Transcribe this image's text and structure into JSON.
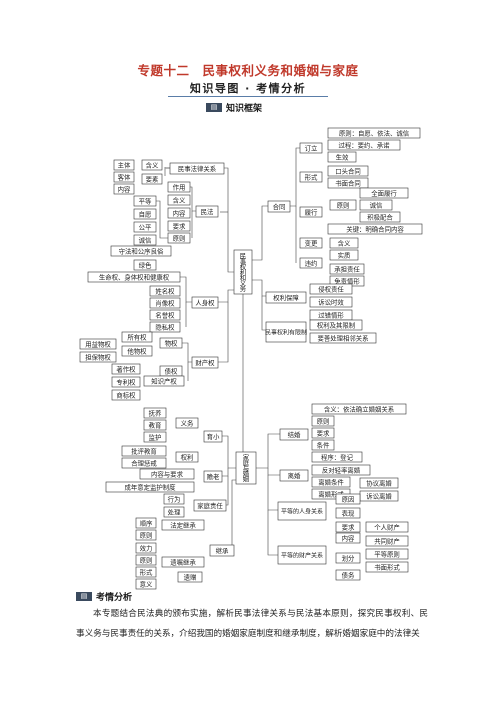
{
  "header": {
    "title": "专题十二　民事权利义务和婚姻与家庭",
    "subtitle": "知识导图 · 考情分析"
  },
  "sections": {
    "framework": "知识框架",
    "analysis": "考情分析"
  },
  "intro": "本专题结合民法典的颁布实施，解析民事法律关系与民法基本原则，探究民事权利、民事义务与民事责任的关系，介绍我国的婚姻家庭制度和继承制度，解析婚姻家庭中的法律关",
  "mindmap": {
    "center": "民事权利和义务",
    "family_center": "家庭与婚姻",
    "civil_relation": {
      "label": "民事法律关系",
      "items": [
        "主体",
        "客体",
        "内容",
        "含义",
        "要素"
      ]
    },
    "civil_law": {
      "label": "民法",
      "items": [
        "作用",
        "含义",
        "内容",
        "要求",
        "原则"
      ],
      "principles": [
        "平等",
        "自愿",
        "公平",
        "诚信",
        "守法和公序良俗",
        "绿色"
      ]
    },
    "personal": {
      "label": "人身权",
      "items": [
        "生命权、身体权和健康权",
        "姓名权",
        "肖像权",
        "名誉权",
        "隐私权"
      ]
    },
    "property": {
      "label": "财产权",
      "items": [
        "物权",
        "债权",
        "知识产权"
      ],
      "real": [
        "所有权",
        "他物权"
      ],
      "usufruct": [
        "用益物权",
        "担保物权"
      ],
      "ip": [
        "著作权",
        "专利权",
        "商标权"
      ]
    },
    "contract": {
      "label": "合同",
      "items": [
        "订立",
        "形式",
        "履行",
        "变更",
        "违约"
      ],
      "conclude": [
        "原则：自愿、依法、诚信",
        "过程：要约、承诺",
        "生效"
      ],
      "form": [
        "口头合同",
        "书面合同"
      ],
      "perform": [
        "原则",
        "全面履行",
        "诚信",
        "积极配合",
        "关键：明确合同内容"
      ],
      "change": [
        "含义",
        "实质"
      ],
      "breach": [
        "承担责任",
        "免责情形"
      ]
    },
    "infringe": {
      "label": "权利保障",
      "items": [
        "侵权责任",
        "诉讼时效",
        "过错情形"
      ]
    },
    "limits": {
      "label": "民事权利有限制",
      "items": [
        "权利及其限制",
        "要善处理相邻关系"
      ]
    },
    "upbringing": {
      "label": "育小",
      "items": [
        "抚养",
        "教育",
        "监护",
        "义务"
      ]
    },
    "support": {
      "label": "赡老",
      "items": [
        "批评教育",
        "合理惩戒",
        "权利",
        "内容与要求",
        "成年意定监护制度"
      ]
    },
    "family_role": {
      "label": "家庭责任",
      "items": [
        "行为",
        "处理"
      ]
    },
    "inheritance": {
      "label": "继承",
      "items": [
        "顺序",
        "原则",
        "效力",
        "原则",
        "形式",
        "意义",
        "法定继承",
        "遗嘱继承",
        "遗赠"
      ]
    },
    "marriage": {
      "label": "结婚",
      "items": [
        "含义：依法确立婚姻关系",
        "原则",
        "要求",
        "条件",
        "程序：登记"
      ]
    },
    "divorce": {
      "label": "离婚",
      "items": [
        "反对轻率离婚",
        "离婚条件",
        "离婚形式",
        "协议离婚",
        "诉讼离婚"
      ]
    },
    "equality": {
      "label": "平等的人身关系",
      "items": [
        "原因",
        "表现",
        "要求"
      ]
    },
    "property_rel": {
      "label": "平等的财产关系",
      "items": [
        "内容",
        "划分",
        "债务",
        "个人财产",
        "共同财产",
        "平等原则",
        "书面形式"
      ]
    }
  }
}
